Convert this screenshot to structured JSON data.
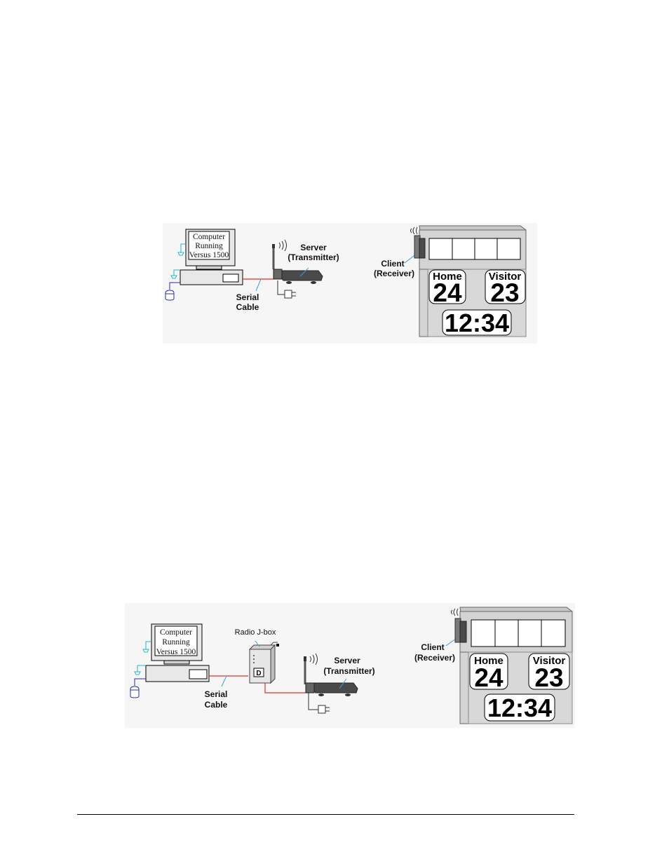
{
  "diagram1": {
    "computer_screen": [
      "Computer",
      "Running",
      "Versus 1500"
    ],
    "server_label": [
      "Server",
      "(Transmitter)"
    ],
    "cable_label": [
      "Serial",
      "Cable"
    ],
    "client_label": [
      "Client",
      "(Receiver)"
    ],
    "scoreboard": {
      "home_label": "Home",
      "home_score": "24",
      "visitor_label": "Visitor",
      "visitor_score": "23",
      "clock": "12:34"
    }
  },
  "diagram2": {
    "computer_screen": [
      "Computer",
      "Running",
      "Versus 1500"
    ],
    "jbox_label": "Radio J-box",
    "server_label": [
      "Server",
      "(Transmitter)"
    ],
    "cable_label": [
      "Serial",
      "Cable"
    ],
    "client_label": [
      "Client",
      "(Receiver)"
    ],
    "scoreboard": {
      "home_label": "Home",
      "home_score": "24",
      "visitor_label": "Visitor",
      "visitor_score": "23",
      "clock": "12:34"
    }
  },
  "colors": {
    "cable": "#e0302a",
    "callout": "#3aa0d8",
    "power": "#22b5c8",
    "mouse": "#2a2ab0",
    "device": "#4a4a4a",
    "board_face": "#d4d4d4"
  }
}
